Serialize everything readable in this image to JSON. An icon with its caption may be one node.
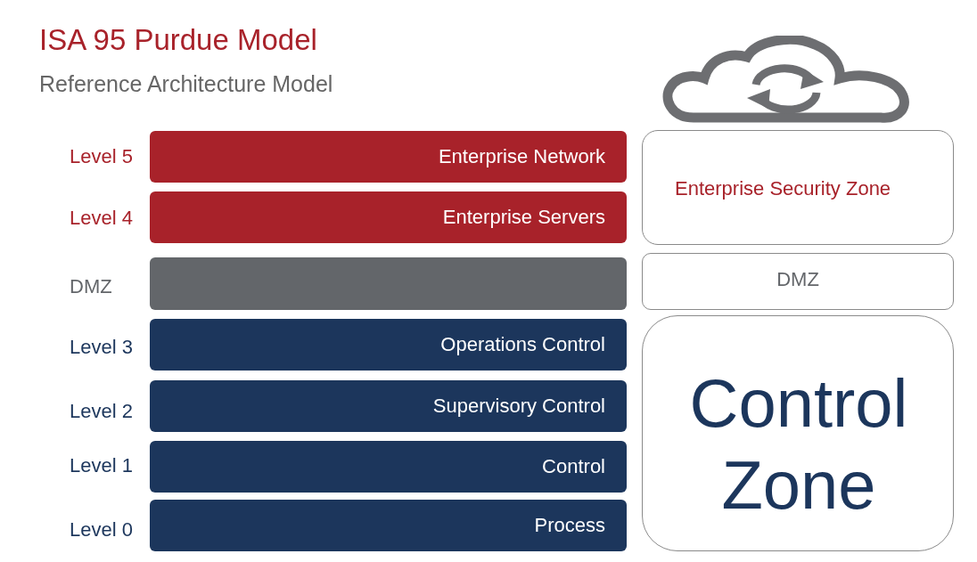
{
  "diagram": {
    "title": "ISA 95 Purdue Model",
    "caption": "Reference Architecture Model",
    "nodes": [
      {
        "text": [
          "Enterprise Network"
        ],
        "beside": [
          "Level 5"
        ]
      },
      {
        "text": [
          "Enterprise Servers"
        ],
        "beside": [
          "Level 4"
        ]
      },
      {
        "text": [],
        "shape": "bar",
        "beside": [
          "DMZ"
        ]
      },
      {
        "text": [
          "Operations Control"
        ],
        "beside": [
          "Level 3"
        ]
      },
      {
        "text": [
          "Supervisory Control"
        ],
        "beside": [
          "Level 2"
        ]
      },
      {
        "text": [
          "Control"
        ],
        "beside": [
          "Level 1"
        ]
      },
      {
        "text": [
          "Process"
        ],
        "beside": [
          "Level 0"
        ]
      },
      {
        "text": [
          "Enterprise Security Zone"
        ]
      },
      {
        "text": [
          "DMZ"
        ]
      },
      {
        "text": [
          "Control Zone"
        ]
      }
    ]
  }
}
